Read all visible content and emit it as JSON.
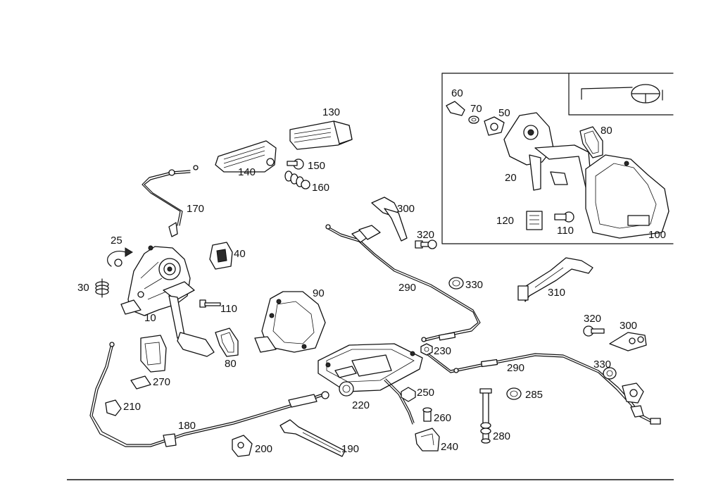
{
  "diagram": {
    "callouts": [
      {
        "id": "c10",
        "text": "10"
      },
      {
        "id": "c20",
        "text": "20"
      },
      {
        "id": "c25",
        "text": "25"
      },
      {
        "id": "c30",
        "text": "30"
      },
      {
        "id": "c40",
        "text": "40"
      },
      {
        "id": "c50",
        "text": "50"
      },
      {
        "id": "c60",
        "text": "60"
      },
      {
        "id": "c70",
        "text": "70"
      },
      {
        "id": "c80a",
        "text": "80"
      },
      {
        "id": "c80b",
        "text": "80"
      },
      {
        "id": "c90",
        "text": "90"
      },
      {
        "id": "c100",
        "text": "100"
      },
      {
        "id": "c110a",
        "text": "110"
      },
      {
        "id": "c110b",
        "text": "110"
      },
      {
        "id": "c120",
        "text": "120"
      },
      {
        "id": "c130",
        "text": "130"
      },
      {
        "id": "c140",
        "text": "140"
      },
      {
        "id": "c150",
        "text": "150"
      },
      {
        "id": "c160",
        "text": "160"
      },
      {
        "id": "c170",
        "text": "170"
      },
      {
        "id": "c180",
        "text": "180"
      },
      {
        "id": "c190",
        "text": "190"
      },
      {
        "id": "c200",
        "text": "200"
      },
      {
        "id": "c210",
        "text": "210"
      },
      {
        "id": "c220",
        "text": "220"
      },
      {
        "id": "c230",
        "text": "230"
      },
      {
        "id": "c240",
        "text": "240"
      },
      {
        "id": "c250",
        "text": "250"
      },
      {
        "id": "c260",
        "text": "260"
      },
      {
        "id": "c270",
        "text": "270"
      },
      {
        "id": "c280",
        "text": "280"
      },
      {
        "id": "c285",
        "text": "285"
      },
      {
        "id": "c290a",
        "text": "290"
      },
      {
        "id": "c290b",
        "text": "290"
      },
      {
        "id": "c300a",
        "text": "300"
      },
      {
        "id": "c300b",
        "text": "300"
      },
      {
        "id": "c310",
        "text": "310"
      },
      {
        "id": "c320a",
        "text": "320"
      },
      {
        "id": "c320b",
        "text": "320"
      },
      {
        "id": "c330a",
        "text": "330"
      },
      {
        "id": "c330b",
        "text": "330"
      }
    ],
    "icons": [
      "steering-wheel-icon"
    ]
  }
}
